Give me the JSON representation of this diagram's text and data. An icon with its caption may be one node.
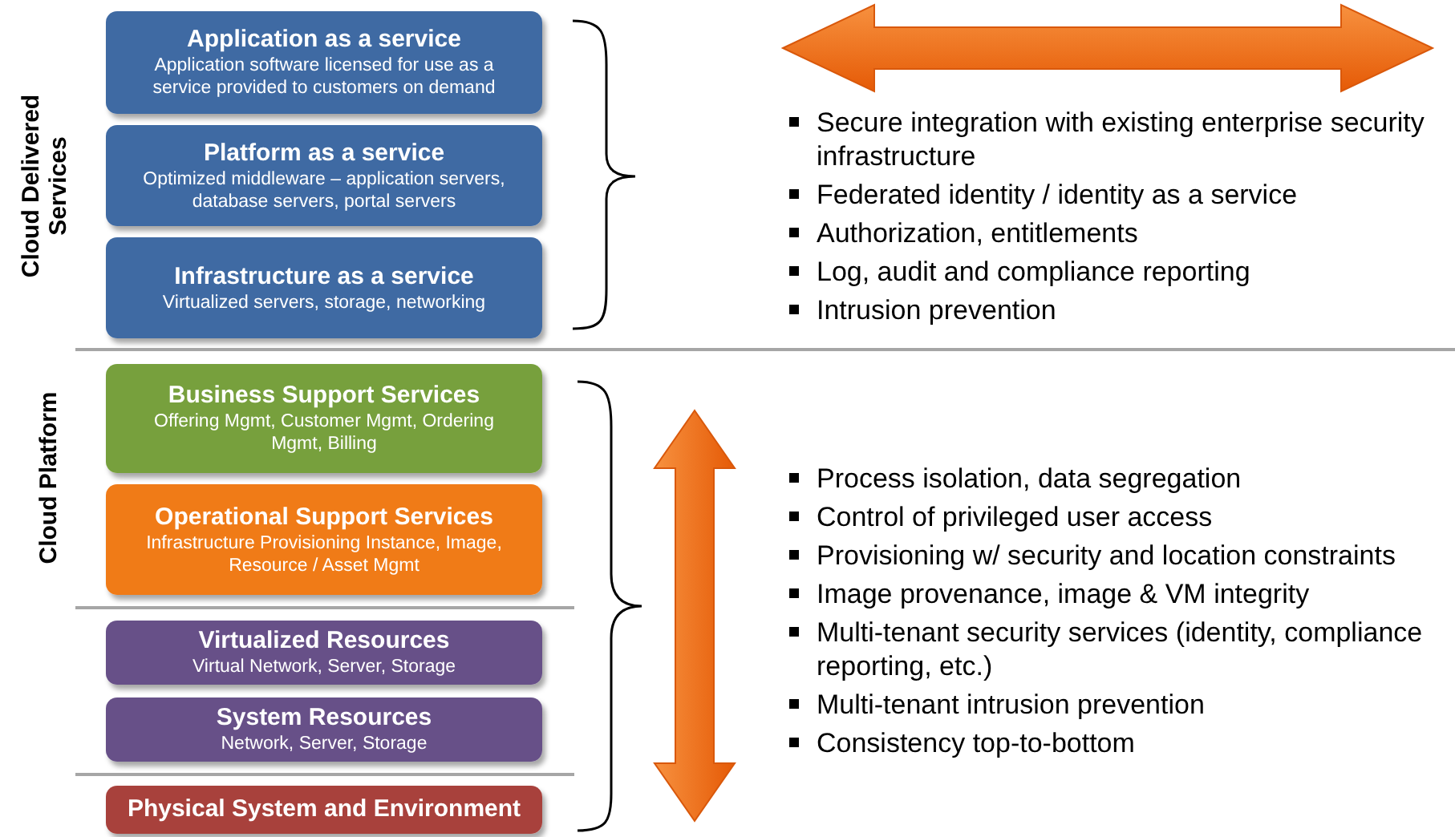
{
  "diagram": {
    "nodes": [
      {
        "text": [
          "Application as a service",
          "Application software licensed for use as a service provided to customers on demand"
        ]
      },
      {
        "text": [
          "Platform as a service",
          "Optimized middleware – application servers, database servers, portal servers"
        ]
      },
      {
        "text": [
          "Infrastructure as a service",
          "Virtualized servers, storage, networking"
        ]
      },
      {
        "text": [
          "Business Support Services",
          "Offering Mgmt,  Customer Mgmt, Ordering Mgmt, Billing"
        ]
      },
      {
        "text": [
          "Operational Support Services",
          "Infrastructure Provisioning Instance, Image, Resource / Asset Mgmt"
        ]
      },
      {
        "text": [
          "Virtualized Resources",
          "Virtual Network, Server, Storage"
        ]
      },
      {
        "text": [
          "System Resources",
          "Network, Server, Storage"
        ]
      },
      {
        "text": [
          "Physical System and Environment"
        ]
      }
    ],
    "labels": [
      "Cloud Delivered Services",
      "Cloud Platform",
      "Secure integration with existing enterprise security infrastructure",
      "Federated identity / identity as a service",
      "Authorization, entitlements",
      "Log, audit and compliance reporting",
      "Intrusion prevention",
      "Process isolation, data segregation",
      "Control of privileged user access",
      "Provisioning w/ security and location constraints",
      "Image provenance, image & VM integrity",
      "Multi-tenant security services (identity, compliance reporting, etc.)",
      "Multi-tenant intrusion prevention",
      "Consistency top-to-bottom"
    ]
  }
}
